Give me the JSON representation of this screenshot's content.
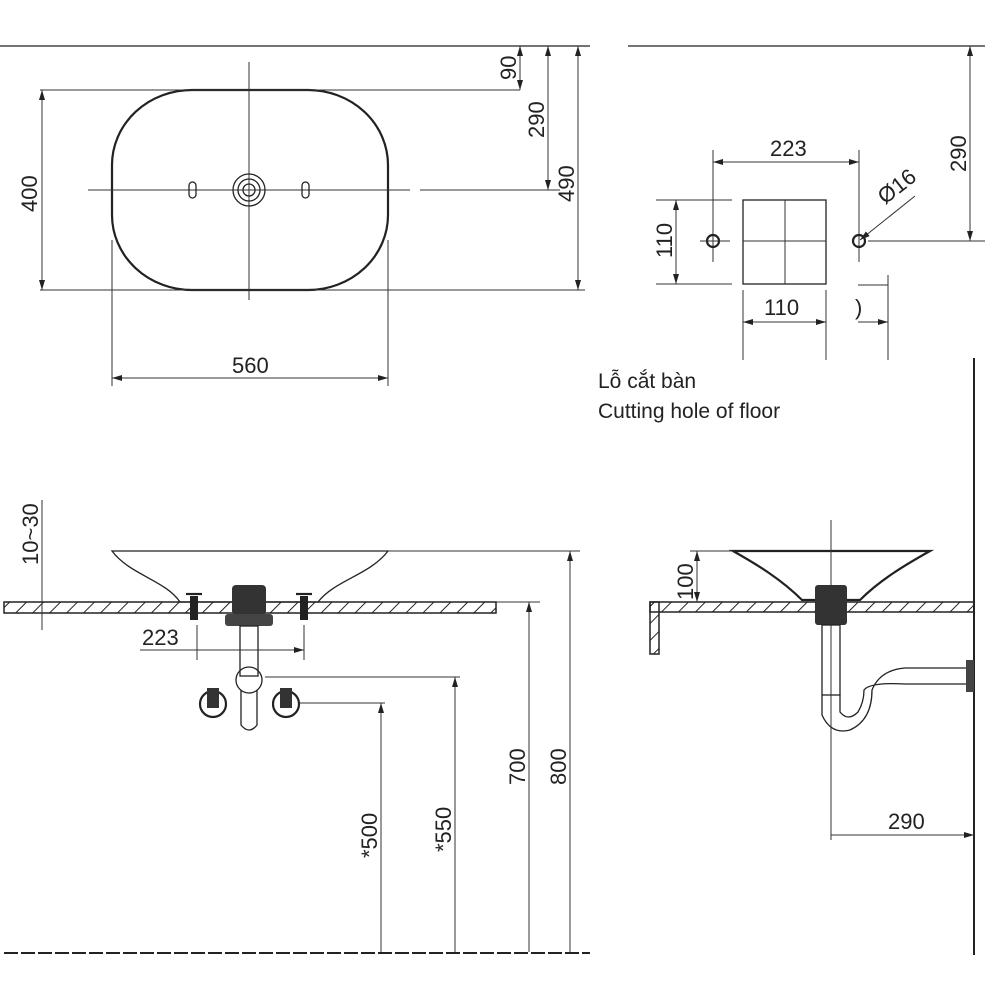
{
  "top_view": {
    "dim_90": "90",
    "dim_290": "290",
    "dim_490": "490",
    "dim_400": "400",
    "dim_560": "560"
  },
  "cutting_hole": {
    "dim_223": "223",
    "dim_dia16": "Ø16",
    "dim_110_vertical": "110",
    "dim_110_horizontal": "110",
    "dim_290": "290",
    "dim_partial": ")",
    "caption_vi": "Lỗ cắt bàn",
    "caption_en": "Cutting hole of floor"
  },
  "front_view": {
    "dim_10_30": "10~30",
    "dim_223": "223",
    "dim_500": "*500",
    "dim_550": "*550",
    "dim_700": "700",
    "dim_800": "800"
  },
  "side_view": {
    "dim_100": "100",
    "dim_290": "290"
  }
}
